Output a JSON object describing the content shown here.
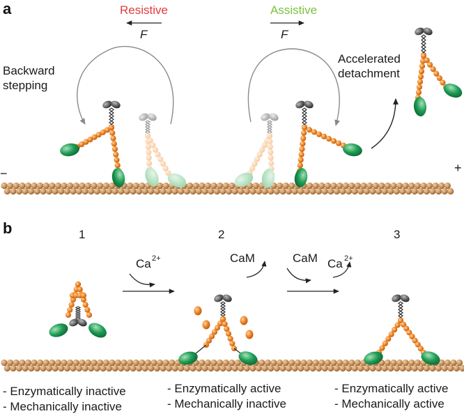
{
  "panel_a": {
    "label": "a",
    "resistive_label": "Resistive",
    "assistive_label": "Assistive",
    "force_symbol": "F",
    "backward_stepping": [
      "Backward",
      "stepping"
    ],
    "accelerated_detachment": [
      "Accelerated",
      "detachment"
    ],
    "minus_end": "−",
    "plus_end": "+"
  },
  "panel_b": {
    "label": "b",
    "step_numbers": [
      "1",
      "2",
      "3"
    ],
    "ca_label": "Ca",
    "ca_superscript": "2+",
    "cam_label": "CaM",
    "state_1": [
      "- Enzymatically inactive",
      "- Mechanically inactive"
    ],
    "state_2": [
      "- Enzymatically active",
      "- Mechanically inactive"
    ],
    "state_3": [
      "- Enzymatically active",
      "- Mechanically active"
    ]
  },
  "colors": {
    "resistive": "#e23b3b",
    "assistive": "#7cc242",
    "lever_bead": "#f08a2c",
    "motor_head": "#1f9e57",
    "actin": "#c8915a",
    "coiled_coil": "#333333"
  }
}
